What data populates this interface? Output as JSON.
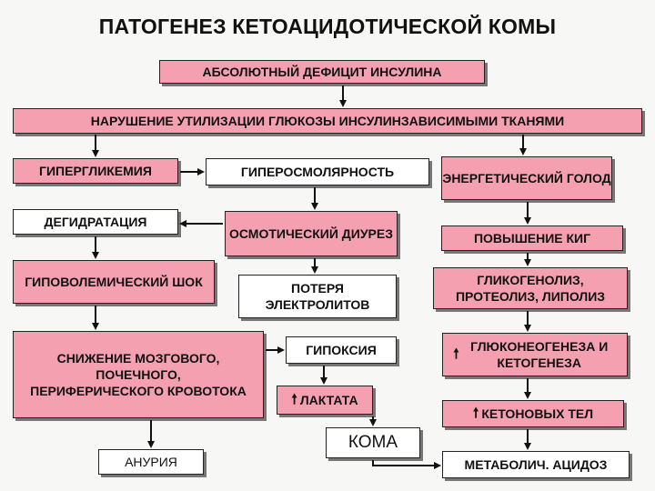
{
  "title": "ПАТОГЕНЕЗ КЕТОАЦИДОТИЧЕСКОЙ КОМЫ",
  "nodes": {
    "insulin_deficit": "АБСОЛЮТНЫЙ ДЕФИЦИТ ИНСУЛИНА",
    "glucose_utilization": "НАРУШЕНИЕ УТИЛИЗАЦИИ ГЛЮКОЗЫ ИНСУЛИНЗАВИСИМЫМИ ТКАНЯМИ",
    "hyperglycemia": "ГИПЕРГЛИКЕМИЯ",
    "hyperosmolarity": "ГИПЕРОСМОЛЯРНОСТЬ",
    "energy_hunger": "ЭНЕРГЕТИЧЕСКИЙ ГОЛОД",
    "dehydration": "ДЕГИДРАТАЦИЯ",
    "osmotic_diuresis": "ОСМОТИЧЕСКИЙ ДИУРЕЗ",
    "kig_increase": "ПОВЫШЕНИЕ КИГ",
    "hypovolemic_shock": "ГИПОВОЛЕМИЧЕСКИЙ ШОК",
    "electrolyte_loss": "ПОТЕРЯ ЭЛЕКТРОЛИТОВ",
    "glycogenolysis": "ГЛИКОГЕНОЛИЗ, ПРОТЕОЛИЗ, ЛИПОЛИЗ",
    "blood_flow_decrease": "СНИЖЕНИЕ МОЗГОВОГО, ПОЧЕЧНОГО, ПЕРИФЕРИЧЕСКОГО КРОВОТОКА",
    "hypoxia": "ГИПОКСИЯ",
    "gluconeogenesis": "ГЛЮКОНЕОГЕНЕЗА И КЕТОГЕНЕЗА",
    "lactate": "ЛАКТАТА",
    "ketone_bodies": "КЕТОНОВЫХ ТЕЛ",
    "coma": "КОМА",
    "anuria": "АНУРИЯ",
    "metabolic_acidosis": "МЕТАБОЛИЧ. АЦИДОЗ"
  },
  "colors": {
    "box": "#f4a0b0",
    "box_white": "#ffffff",
    "line": "#111111"
  }
}
